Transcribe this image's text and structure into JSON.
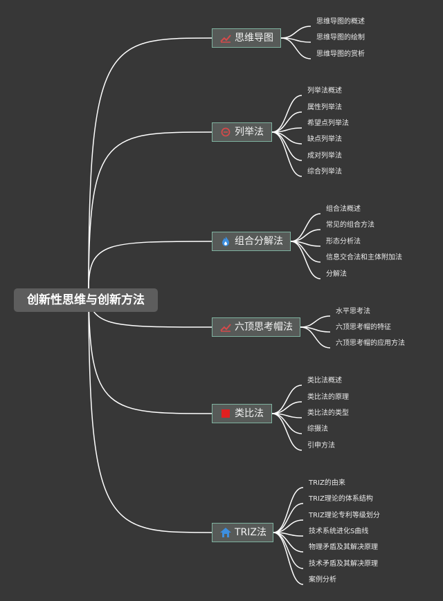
{
  "root": {
    "label": "创新性思维与创新方法"
  },
  "branches": [
    {
      "label": "思维导图",
      "icon": "chart-line-icon",
      "icon_color": "#d44a4a",
      "children": [
        "思维导图的概述",
        "思维导图的绘制",
        "思维导图的赏析"
      ]
    },
    {
      "label": "列举法",
      "icon": "circle-badge-icon",
      "icon_color": "#d44a4a",
      "children": [
        "列举法概述",
        "属性列举法",
        "希望点列举法",
        "缺点列举法",
        "成对列举法",
        "综合列举法"
      ]
    },
    {
      "label": "组合分解法",
      "icon": "flame-icon",
      "icon_color": "#3d8fe0",
      "children": [
        "组合法概述",
        "常见的组合方法",
        "形态分析法",
        "信息交合法和主体附加法",
        "分解法"
      ]
    },
    {
      "label": "六顶思考帽法",
      "icon": "chart-line-icon",
      "icon_color": "#d44a4a",
      "children": [
        "水平思考法",
        "六顶思考帽的特征",
        "六顶思考帽的应用方法"
      ]
    },
    {
      "label": "类比法",
      "icon": "red-square-icon",
      "icon_color": "#e02020",
      "children": [
        "类比法概述",
        "类比法的原理",
        "类比法的类型",
        "综摄法",
        "引申方法"
      ]
    },
    {
      "label": "TRIZ法",
      "icon": "house-icon",
      "icon_color": "#3d8fe0",
      "children": [
        "TRIZ的由来",
        "TRIZ理论的体系结构",
        "TRIZ理论专利等级划分",
        "技术系统进化S曲线",
        "物理矛盾及其解决原理",
        "技术矛盾及其解决原理",
        "案例分析"
      ]
    }
  ]
}
